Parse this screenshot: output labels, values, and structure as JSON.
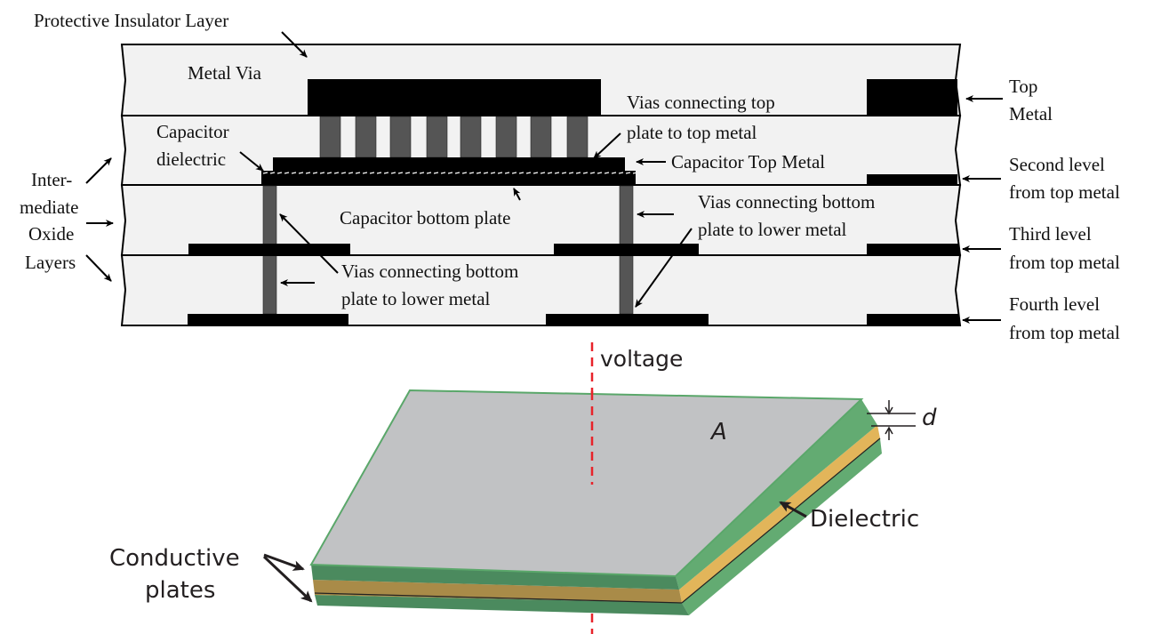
{
  "top_diagram": {
    "labels": {
      "protective_insulator": "Protective Insulator Layer",
      "metal_via": "Metal Via",
      "vias_top_1": "Vias connecting top",
      "vias_top_2": "plate to top metal",
      "capacitor_dielectric_1": "Capacitor",
      "capacitor_dielectric_2": "dielectric",
      "capacitor_top_metal": "Capacitor Top Metal",
      "intermediate_1": "Inter-",
      "intermediate_2": "mediate",
      "intermediate_3": "Oxide",
      "intermediate_4": "Layers",
      "capacitor_bottom_plate": "Capacitor bottom plate",
      "vias_bottom_right_1": "Vias connecting bottom",
      "vias_bottom_right_2": "plate to lower metal",
      "vias_bottom_left_1": "Vias connecting bottom",
      "vias_bottom_left_2": "plate to lower metal",
      "top_metal_1": "Top",
      "top_metal_2": "Metal",
      "second_level_1": "Second level",
      "second_level_2": "from top metal",
      "third_level_1": "Third level",
      "third_level_2": "from top metal",
      "fourth_level_1": "Fourth level",
      "fourth_level_2": "from top metal"
    },
    "colors": {
      "oxide": "#f2f2f2",
      "metal": "#000000",
      "via": "#555555"
    }
  },
  "bottom_diagram": {
    "labels": {
      "voltage": "voltage",
      "area": "A",
      "thickness": "d",
      "dielectric": "Dielectric",
      "conductive_1": "Conductive",
      "conductive_2": "plates"
    },
    "colors": {
      "plate_top": "#c1c2c4",
      "plate_edge_front": "#4b8a5e",
      "plate_edge_side": "#63ab72",
      "dielectric_front": "#a98b48",
      "dielectric_side": "#e2b55a",
      "voltage_line": "#e8232a"
    }
  }
}
